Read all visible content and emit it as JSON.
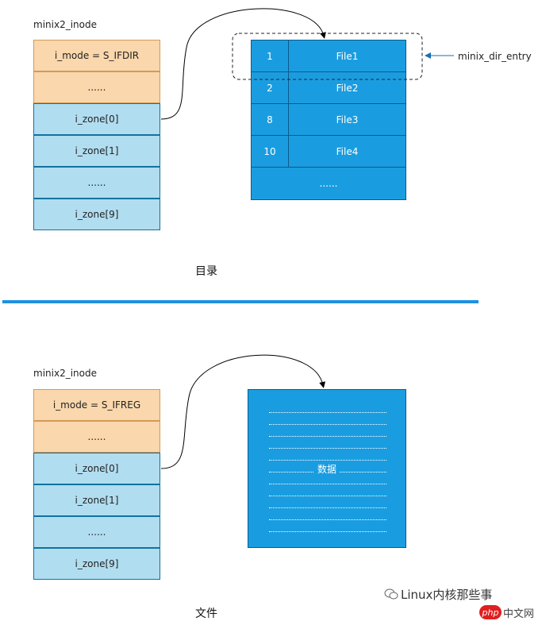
{
  "top": {
    "inode_title": "minix2_inode",
    "cells": [
      "i_mode = S_IFDIR",
      "......",
      "i_zone[0]",
      "i_zone[1]",
      "......",
      "i_zone[9]"
    ],
    "dir_entries": [
      {
        "num": "1",
        "name": "File1"
      },
      {
        "num": "2",
        "name": "File2"
      },
      {
        "num": "8",
        "name": "File3"
      },
      {
        "num": "10",
        "name": "File4"
      }
    ],
    "dir_more": "......",
    "entry_label": "minix_dir_entry",
    "caption": "目录"
  },
  "bottom": {
    "inode_title": "minix2_inode",
    "cells": [
      "i_mode = S_IFREG",
      "......",
      "i_zone[0]",
      "i_zone[1]",
      "......",
      "i_zone[9]"
    ],
    "data_label": "数据",
    "caption": "文件"
  },
  "watermark": "Linux内核那些事",
  "site_logo": "php",
  "site_name": "中文网",
  "colors": {
    "orange_fill": "#fad7ac",
    "light_blue_fill": "#b1ddf0",
    "dark_blue_fill": "#1a9de0",
    "divider": "#1e90e0"
  }
}
